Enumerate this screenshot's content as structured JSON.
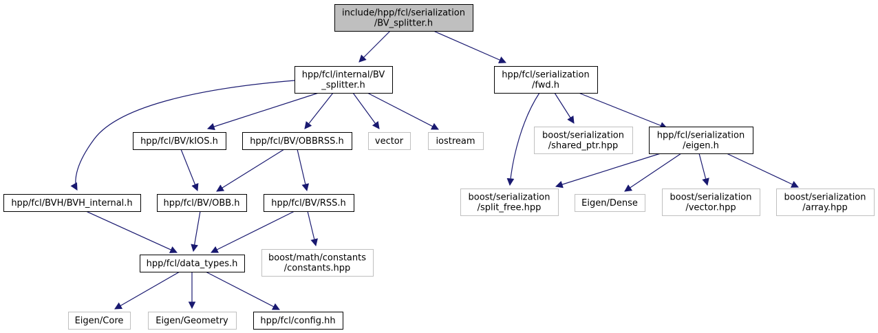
{
  "colors": {
    "edge": "#191970",
    "root_fill": "#bfbfbf",
    "box_stroke": "#000000",
    "external_stroke": "#bfbfbf"
  },
  "nodes": {
    "root": {
      "lines": [
        "include/hpp/fcl/serialization",
        "/BV_splitter.h"
      ],
      "kind": "root"
    },
    "internal_bv_splitter": {
      "lines": [
        "hpp/fcl/internal/BV",
        "_splitter.h"
      ],
      "kind": "local"
    },
    "serialization_fwd": {
      "lines": [
        "hpp/fcl/serialization",
        "/fwd.h"
      ],
      "kind": "local"
    },
    "kios": {
      "lines": [
        "hpp/fcl/BV/kIOS.h"
      ],
      "kind": "local"
    },
    "obbrss": {
      "lines": [
        "hpp/fcl/BV/OBBRSS.h"
      ],
      "kind": "local"
    },
    "vector": {
      "lines": [
        "vector"
      ],
      "kind": "external"
    },
    "iostream": {
      "lines": [
        "iostream"
      ],
      "kind": "external"
    },
    "shared_ptr": {
      "lines": [
        "boost/serialization",
        "/shared_ptr.hpp"
      ],
      "kind": "external"
    },
    "ser_eigen": {
      "lines": [
        "hpp/fcl/serialization",
        "/eigen.h"
      ],
      "kind": "local"
    },
    "bvh_internal": {
      "lines": [
        "hpp/fcl/BVH/BVH_internal.h"
      ],
      "kind": "local"
    },
    "obb": {
      "lines": [
        "hpp/fcl/BV/OBB.h"
      ],
      "kind": "local"
    },
    "rss": {
      "lines": [
        "hpp/fcl/BV/RSS.h"
      ],
      "kind": "local"
    },
    "split_free": {
      "lines": [
        "boost/serialization",
        "/split_free.hpp"
      ],
      "kind": "external"
    },
    "eigen_dense": {
      "lines": [
        "Eigen/Dense"
      ],
      "kind": "external"
    },
    "ser_vector": {
      "lines": [
        "boost/serialization",
        "/vector.hpp"
      ],
      "kind": "external"
    },
    "ser_array": {
      "lines": [
        "boost/serialization",
        "/array.hpp"
      ],
      "kind": "external"
    },
    "data_types": {
      "lines": [
        "hpp/fcl/data_types.h"
      ],
      "kind": "local"
    },
    "constants": {
      "lines": [
        "boost/math/constants",
        "/constants.hpp"
      ],
      "kind": "external"
    },
    "eigen_core": {
      "lines": [
        "Eigen/Core"
      ],
      "kind": "external"
    },
    "eigen_geometry": {
      "lines": [
        "Eigen/Geometry"
      ],
      "kind": "external"
    },
    "config": {
      "lines": [
        "hpp/fcl/config.hh"
      ],
      "kind": "local"
    }
  },
  "edges": [
    [
      "root",
      "internal_bv_splitter"
    ],
    [
      "root",
      "serialization_fwd"
    ],
    [
      "internal_bv_splitter",
      "bvh_internal"
    ],
    [
      "internal_bv_splitter",
      "kios"
    ],
    [
      "internal_bv_splitter",
      "obbrss"
    ],
    [
      "internal_bv_splitter",
      "vector"
    ],
    [
      "internal_bv_splitter",
      "iostream"
    ],
    [
      "serialization_fwd",
      "split_free"
    ],
    [
      "serialization_fwd",
      "shared_ptr"
    ],
    [
      "serialization_fwd",
      "ser_eigen"
    ],
    [
      "kios",
      "obb"
    ],
    [
      "obbrss",
      "obb"
    ],
    [
      "obbrss",
      "rss"
    ],
    [
      "ser_eigen",
      "split_free"
    ],
    [
      "ser_eigen",
      "eigen_dense"
    ],
    [
      "ser_eigen",
      "ser_vector"
    ],
    [
      "ser_eigen",
      "ser_array"
    ],
    [
      "bvh_internal",
      "data_types"
    ],
    [
      "obb",
      "data_types"
    ],
    [
      "rss",
      "data_types"
    ],
    [
      "rss",
      "constants"
    ],
    [
      "data_types",
      "eigen_core"
    ],
    [
      "data_types",
      "eigen_geometry"
    ],
    [
      "data_types",
      "config"
    ]
  ]
}
